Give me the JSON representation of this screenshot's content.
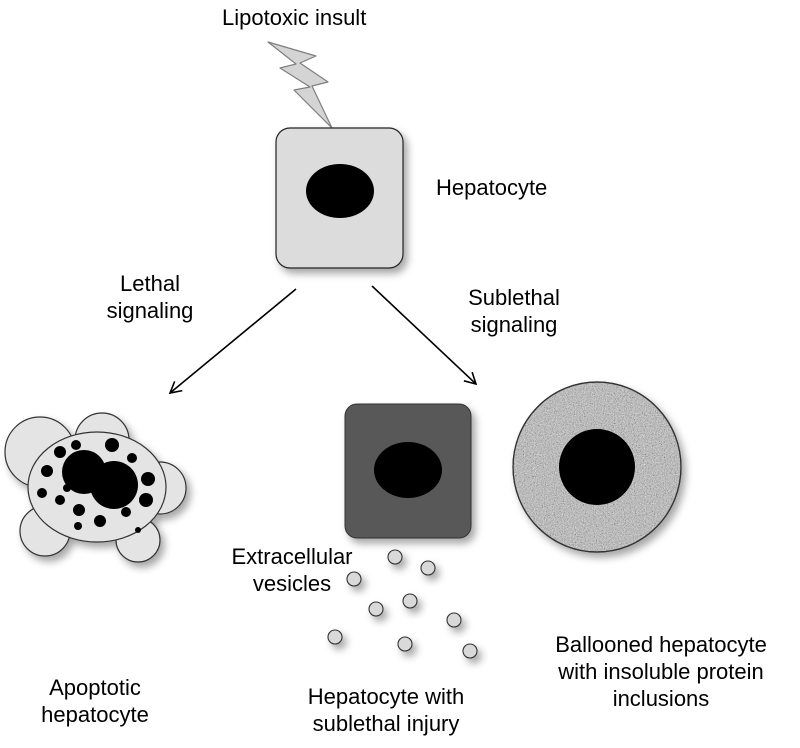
{
  "labels": {
    "insult": "Lipotoxic insult",
    "hepatocyte": "Hepatocyte",
    "lethal": "Lethal\nsignaling",
    "sublethal": "Sublethal\nsignaling",
    "evs": "Extracellular\nvesicles",
    "apoptotic": "Apoptotic\nhepatocyte",
    "injured": "Hepatocyte with\nsublethal injury",
    "ballooned": "Ballooned hepatocyte\nwith insoluble protein\ninclusions"
  },
  "colors": {
    "healthy_cell": "#dcdcdc",
    "injured_cell": "#595959",
    "nucleus": "#000000",
    "vesicle": "#d9d9d9",
    "apoptotic_body": "#e4e4e4",
    "ballooned_fill": "#b5b5b5"
  },
  "icons": {
    "insult": "lightning-bolt-icon"
  }
}
